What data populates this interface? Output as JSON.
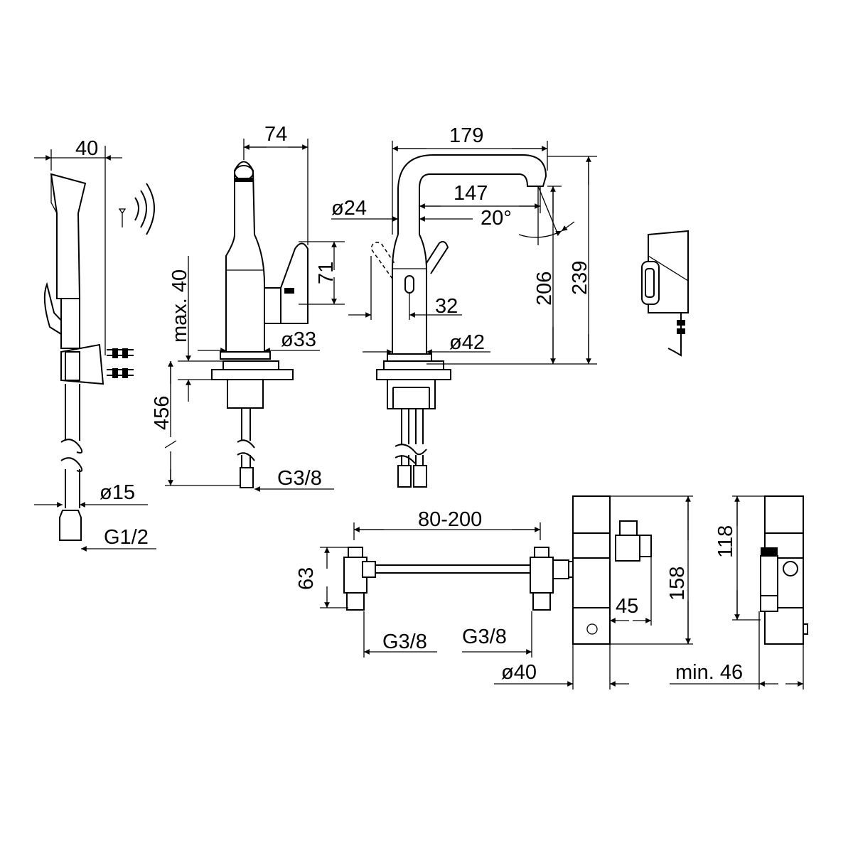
{
  "title": "Technical dimension drawing – sensor basin faucet with hand shower",
  "accent_color": "#000000",
  "hand_shower": {
    "width": "40",
    "hose_diameter": "ø15",
    "connection": "G1/2",
    "wireless_icon": "radio-waves-icon"
  },
  "faucet_side": {
    "depth": "74",
    "lever_height": "71",
    "max_deck": "max. 40",
    "base_diameter": "ø33",
    "hose_length": "456",
    "connection": "G3/8"
  },
  "faucet_front": {
    "reach_total": "179",
    "reach_spout": "147",
    "spout_diameter": "ø24",
    "spout_angle": "20°",
    "sensor_offset": "32",
    "outlet_height": "206",
    "total_height": "239",
    "body_diameter": "ø42"
  },
  "valve_assembly": {
    "spacing": "80-200",
    "valve_height": "63",
    "left_connection": "G3/8",
    "right_connection": "G3/8",
    "box_depth": "ø40",
    "box_height": "158",
    "outlet_offset": "45",
    "side_height": "118",
    "min_width": "min. 46"
  }
}
